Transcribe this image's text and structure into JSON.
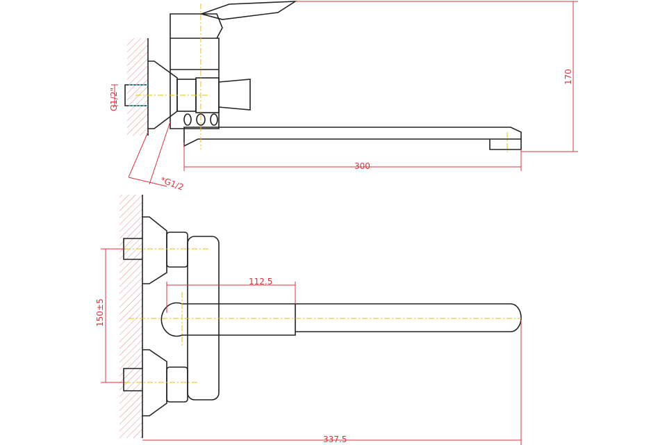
{
  "title": "Wall-mounted mixer faucet dimension drawing",
  "dimensions": {
    "thread_top": "G1/2\"",
    "thread_diag": "*G1/2",
    "spout_reach": "300",
    "height": "170",
    "lever_offset": "112.5",
    "centers": "150±5",
    "overall_length": "337.5"
  },
  "colors": {
    "outline": "#222222",
    "dimension": "#d8343f",
    "centerline": "#e6c200",
    "thread": "#3cc6d0"
  }
}
